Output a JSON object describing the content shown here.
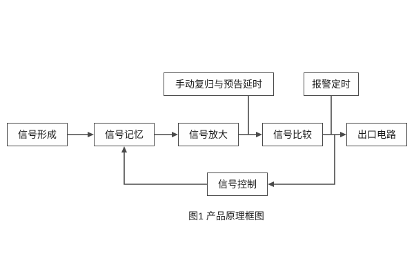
{
  "diagram": {
    "caption": "图1 产品原理框图",
    "nodes": {
      "signal_formation": "信号形成",
      "signal_memory": "信号记忆",
      "signal_amplification": "信号放大",
      "signal_comparison": "信号比较",
      "output_circuit": "出口电路",
      "manual_reset_delay": "手动复归与预告延时",
      "alarm_timing": "报警定时",
      "signal_control": "信号控制"
    },
    "flow": [
      "信号形成 → 信号记忆 → 信号放大 → 信号比较 → 出口电路",
      "手动复归与预告延时 → (信号放大→信号比较 连线)",
      "报警定时 → (信号比较→出口电路 连线)",
      "(信号比较→出口电路 连线) → 信号控制 → 信号记忆"
    ],
    "colors": {
      "box_border": "#4a4a4a",
      "line": "#4a4a4a",
      "text": "#1a1a1a",
      "background": "#ffffff"
    }
  }
}
